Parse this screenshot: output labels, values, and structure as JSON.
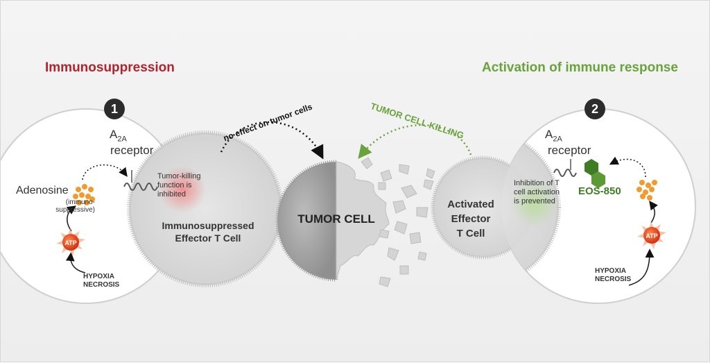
{
  "titles": {
    "left": "Immunosuppression",
    "right": "Activation of immune response"
  },
  "panel_left": {
    "step": "1",
    "receptor_a": "A",
    "receptor_sub": "2A",
    "receptor_word": "receptor",
    "adenosine": "Adenosine",
    "adenosine_note": "(immuno-suppressive)",
    "atp": "ATP",
    "hypoxia": "HYPOXIA",
    "necrosis": "NECROSIS",
    "tcell_note": "Tumor-killing function is inhibited",
    "tcell_label_1": "Immunosuppressed",
    "tcell_label_2": "Effector T Cell"
  },
  "center": {
    "no_effect": "no effect on tumor cells",
    "tumor_label": "TUMOR CELL",
    "killing": "TUMOR CELL KILLING"
  },
  "panel_right": {
    "step": "2",
    "receptor_a": "A",
    "receptor_sub": "2A",
    "receptor_word": "receptor",
    "drug": "EOS-850",
    "atp": "ATP",
    "hypoxia": "HYPOXIA",
    "necrosis": "NECROSIS",
    "tcell_note": "Inhibition of T cell activation is prevented",
    "tcell_label_1": "Activated",
    "tcell_label_2": "Effector",
    "tcell_label_3": "T Cell"
  },
  "colors": {
    "suppression": "#b3232e",
    "activation": "#6aa23b",
    "atp": "#e8421c",
    "adenosine": "#f29a2e",
    "drug": "#3e7d24"
  }
}
